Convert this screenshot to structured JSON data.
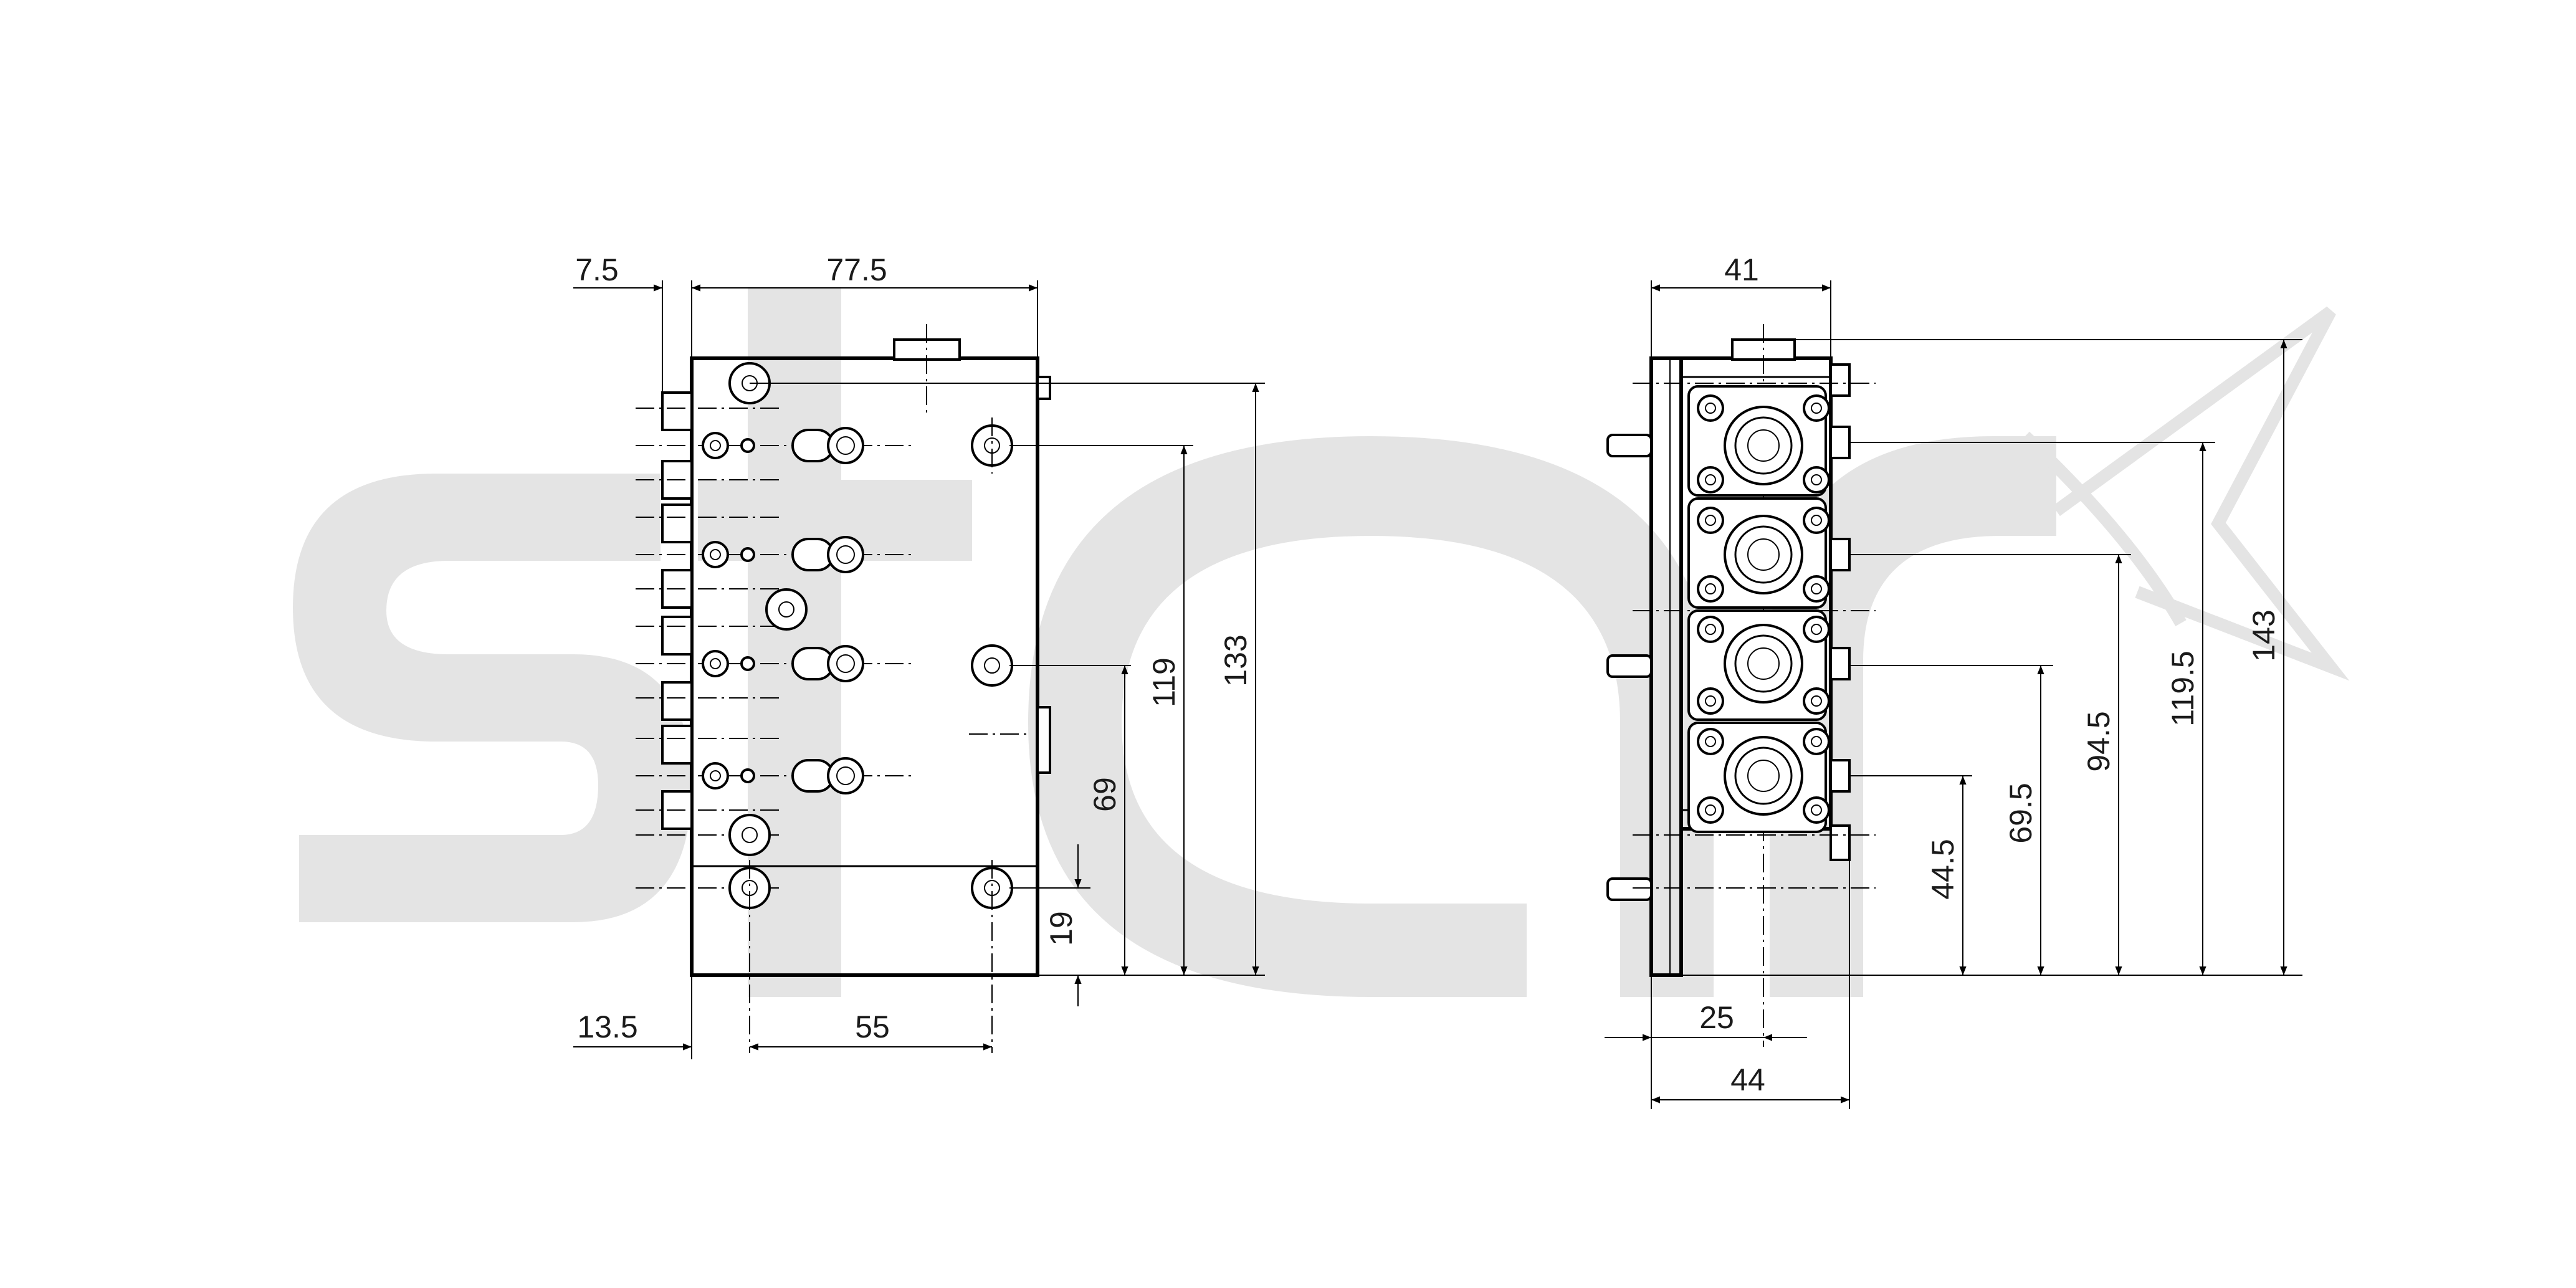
{
  "dimensions": {
    "front": {
      "overall_width": "77.5",
      "left_offset": "7.5",
      "bottom_offset": "13.5",
      "hole_spacing": "55",
      "height_19": "19",
      "height_69": "69",
      "height_119": "119",
      "height_133": "133"
    },
    "side": {
      "top_width": "41",
      "bottom_width_25": "25",
      "bottom_width_44": "44",
      "height_44_5": "44.5",
      "height_69_5": "69.5",
      "height_94_5": "94.5",
      "height_119_5": "119.5",
      "height_143": "143"
    }
  },
  "watermark": {
    "color": "#e4e4e4"
  }
}
